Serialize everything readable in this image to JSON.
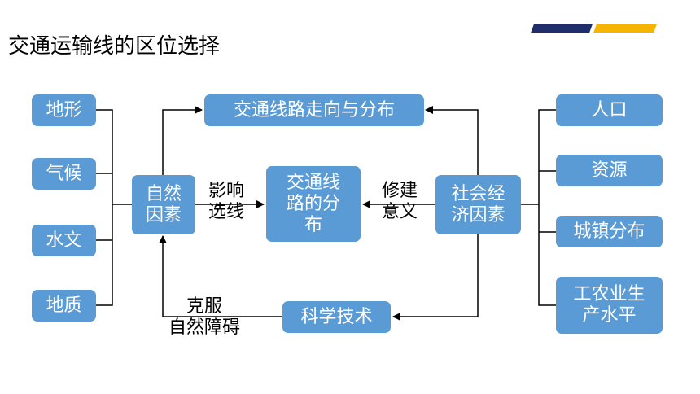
{
  "title": "交通运输线的区位选择",
  "decor": {
    "bar_colors": [
      "#1f2d6b",
      "#f4b400"
    ]
  },
  "colors": {
    "box": "#5b9bd5",
    "line": "#000000"
  },
  "natural_factors": [
    "地形",
    "气候",
    "水文",
    "地质"
  ],
  "social_factors": [
    "人口",
    "资源",
    "城镇分布",
    "工农业生\n产水平"
  ],
  "nodes": {
    "natural": "自然\n因素",
    "social": "社会经\n济因素",
    "distribution": "交通线\n路的分\n布",
    "direction": "交通线路走向与分布",
    "technology": "科学技术"
  },
  "edge_labels": {
    "influence": "影响\n选线",
    "significance": "修建\n意义",
    "overcome": "克服\n自然障碍"
  }
}
